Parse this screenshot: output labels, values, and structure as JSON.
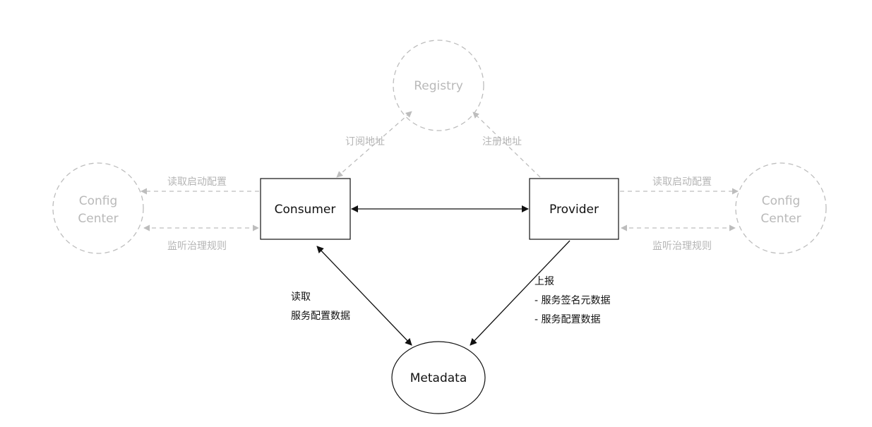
{
  "nodes": {
    "registry": {
      "label": "Registry"
    },
    "consumer": {
      "label": "Consumer"
    },
    "provider": {
      "label": "Provider"
    },
    "metadata": {
      "label": "Metadata"
    },
    "config_center_left": {
      "line1": "Config",
      "line2": "Center"
    },
    "config_center_right": {
      "line1": "Config",
      "line2": "Center"
    }
  },
  "edges": {
    "subscribe_address": "订阅地址",
    "register_address": "注册地址",
    "left_read_startup_config": "读取启动配置",
    "left_listen_governance_rules": "监听治理规则",
    "right_read_startup_config": "读取启动配置",
    "right_listen_governance_rules": "监听治理规则",
    "consumer_read_line1": "读取",
    "consumer_read_line2": "服务配置数据",
    "provider_report_line1": "上报",
    "provider_report_line2": "- 服务签名元数据",
    "provider_report_line3": "- 服务配置数据"
  },
  "colors": {
    "primary_stroke": "#111111",
    "secondary_stroke": "#bdbdbd",
    "secondary_text": "#b5b5b5",
    "background": "#ffffff"
  }
}
